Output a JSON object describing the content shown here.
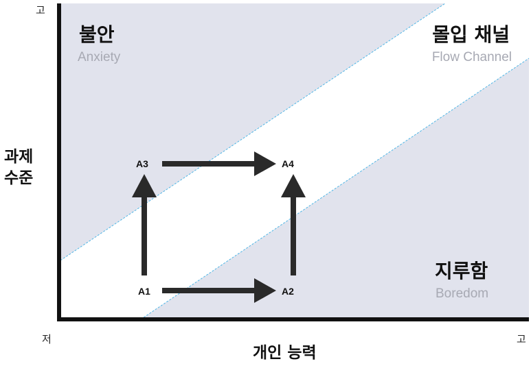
{
  "zones": {
    "anxiety": {
      "title": "불안",
      "subtitle": "Anxiety"
    },
    "flow": {
      "title": "몰입 채널",
      "subtitle": "Flow Channel"
    },
    "boredom": {
      "title": "지루함",
      "subtitle": "Boredom"
    }
  },
  "axes": {
    "y_label_line1": "과제",
    "y_label_line2": "수준",
    "y_high": "고",
    "x_label": "개인 능력",
    "x_low": "저",
    "x_high": "고"
  },
  "nodes": {
    "a1": "A1",
    "a2": "A2",
    "a3": "A3",
    "a4": "A4"
  },
  "colors": {
    "zone_fill": "#e1e3ed",
    "channel_fill": "#ffffff",
    "boundary_line": "#4fb6e6",
    "axis": "#111111",
    "arrow": "#2a2a2a"
  }
}
